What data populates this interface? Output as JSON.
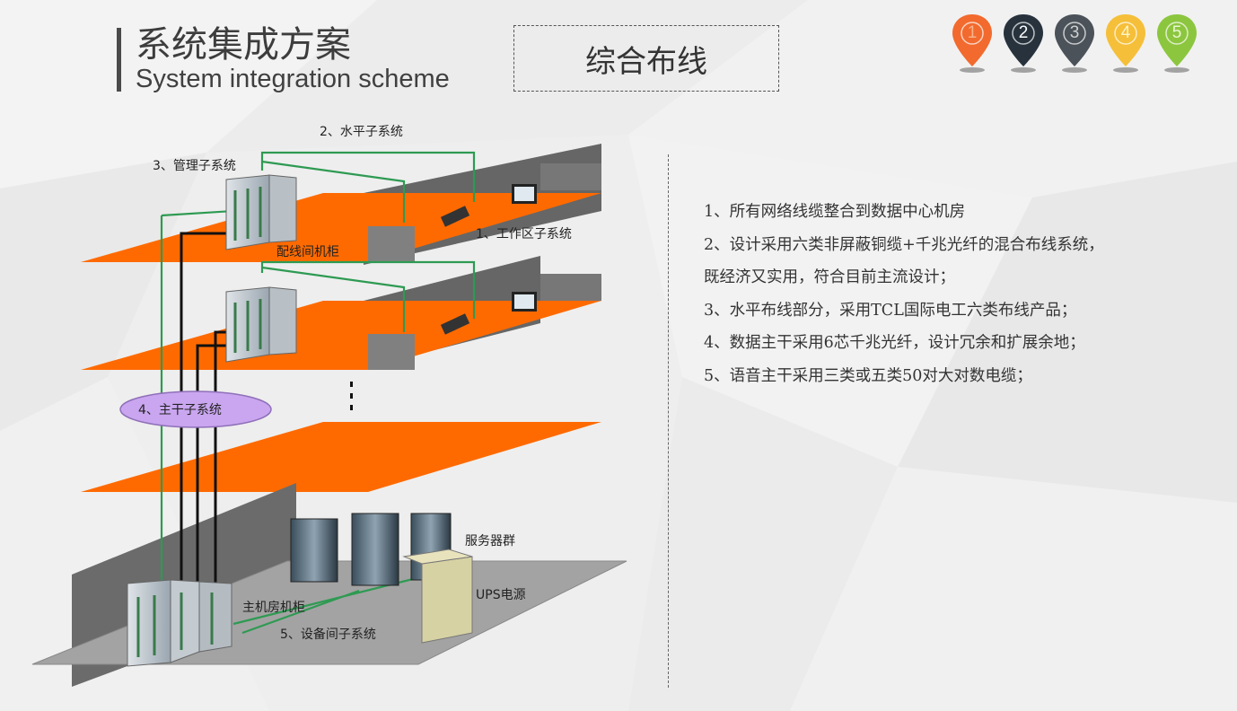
{
  "header": {
    "title_cn": "系统集成方案",
    "title_en": "System integration scheme",
    "section_title": "综合布线"
  },
  "pins": [
    {
      "number": "1",
      "color": "#f26a2e",
      "text_color": "#f7b38a"
    },
    {
      "number": "2",
      "color": "#27323d",
      "text_color": "#ffffff"
    },
    {
      "number": "3",
      "color": "#4b5259",
      "text_color": "#d0d0d0"
    },
    {
      "number": "4",
      "color": "#f5bf39",
      "text_color": "#fff3c7"
    },
    {
      "number": "5",
      "color": "#8cc63f",
      "text_color": "#eaf7d3"
    }
  ],
  "diagram": {
    "labels": {
      "horizontal": "2、水平子系统",
      "management": "3、管理子系统",
      "work_area": "1、工作区子系统",
      "wiring_cabinet": "配线间机柜",
      "backbone": "4、主干子系统",
      "server_group": "服务器群",
      "ups": "UPS电源",
      "main_cabinet": "主机房机柜",
      "equipment": "5、设备间子系统"
    },
    "colors": {
      "floor": "#ff6a00",
      "cable": "#2e9a52",
      "backbone_ellipse": "#c9a6ef"
    }
  },
  "description": [
    "1、所有网络线缆整合到数据中心机房",
    "2、设计采用六类非屏蔽铜缆+千兆光纤的混合布线系统，既经济又实用，符合目前主流设计；",
    "3、水平布线部分，采用TCL国际电工六类布线产品；",
    "4、数据主干采用6芯千兆光纤，设计冗余和扩展余地；",
    "5、语音主干采用三类或五类50对大对数电缆；"
  ]
}
